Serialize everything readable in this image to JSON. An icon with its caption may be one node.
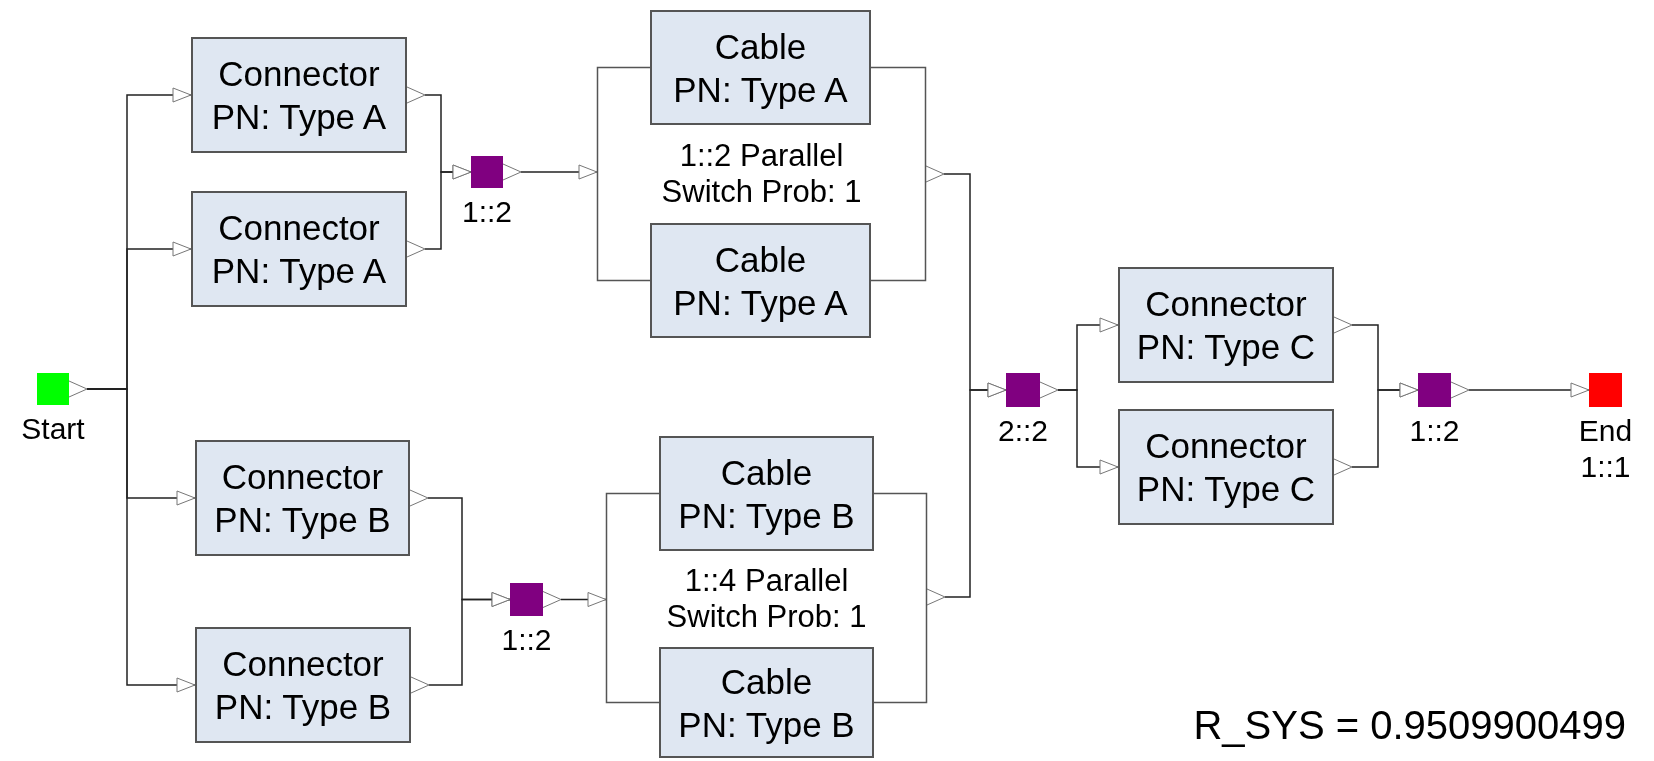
{
  "diagram": {
    "nodes": [
      {
        "text": [],
        "shape": "box",
        "beside": [
          "Start"
        ]
      },
      {
        "text": [
          "Connector",
          "PN: Type A"
        ]
      },
      {
        "text": [
          "Connector",
          "PN: Type A"
        ]
      },
      {
        "text": [
          "Connector",
          "PN: Type B"
        ]
      },
      {
        "text": [
          "Connector",
          "PN: Type B"
        ]
      },
      {
        "text": [],
        "shape": "box",
        "beside": [
          "1::2"
        ]
      },
      {
        "text": [],
        "shape": "box",
        "beside": [
          "1::2"
        ]
      },
      {
        "text": [
          "1::2 Parallel Switch Prob: 1"
        ]
      },
      {
        "text": [
          "Cable",
          "PN: Type A"
        ],
        "in": 7
      },
      {
        "text": [
          "Cable",
          "PN: Type A"
        ],
        "in": 7
      },
      {
        "text": [
          "1::4 Parallel Switch Prob: 1"
        ]
      },
      {
        "text": [
          "Cable",
          "PN: Type B"
        ],
        "in": 10
      },
      {
        "text": [
          "Cable",
          "PN: Type B"
        ],
        "in": 10
      },
      {
        "text": [],
        "shape": "box",
        "beside": [
          "2::2"
        ]
      },
      {
        "text": [
          "Connector",
          "PN: Type C"
        ]
      },
      {
        "text": [
          "Connector",
          "PN: Type C"
        ]
      },
      {
        "text": [],
        "shape": "box",
        "beside": [
          "1::2"
        ]
      },
      {
        "text": [],
        "shape": "box",
        "beside": [
          "End",
          "1::1"
        ]
      }
    ],
    "edges": [
      {
        "from": 0,
        "to": 1,
        "arrow": "to"
      },
      {
        "from": 0,
        "to": 2,
        "arrow": "to"
      },
      {
        "from": 0,
        "to": 3,
        "arrow": "to"
      },
      {
        "from": 0,
        "to": 4,
        "arrow": "to"
      },
      {
        "from": 1,
        "to": 5,
        "arrow": "to"
      },
      {
        "from": 2,
        "to": 5,
        "arrow": "to"
      },
      {
        "from": 3,
        "to": 6,
        "arrow": "to"
      },
      {
        "from": 4,
        "to": 6,
        "arrow": "to"
      },
      {
        "from": 5,
        "to": 7,
        "arrow": "to"
      },
      {
        "from": 6,
        "to": 10,
        "arrow": "to"
      },
      {
        "from": 7,
        "to": 13,
        "arrow": "to"
      },
      {
        "from": 10,
        "to": 13,
        "arrow": "to"
      },
      {
        "from": 13,
        "to": 14,
        "arrow": "to"
      },
      {
        "from": 13,
        "to": 15,
        "arrow": "to"
      },
      {
        "from": 14,
        "to": 16,
        "arrow": "to"
      },
      {
        "from": 15,
        "to": 16,
        "arrow": "to"
      },
      {
        "from": 16,
        "to": 17,
        "arrow": "to"
      }
    ],
    "labels": [
      "R_SYS = 0.9509900499"
    ]
  }
}
